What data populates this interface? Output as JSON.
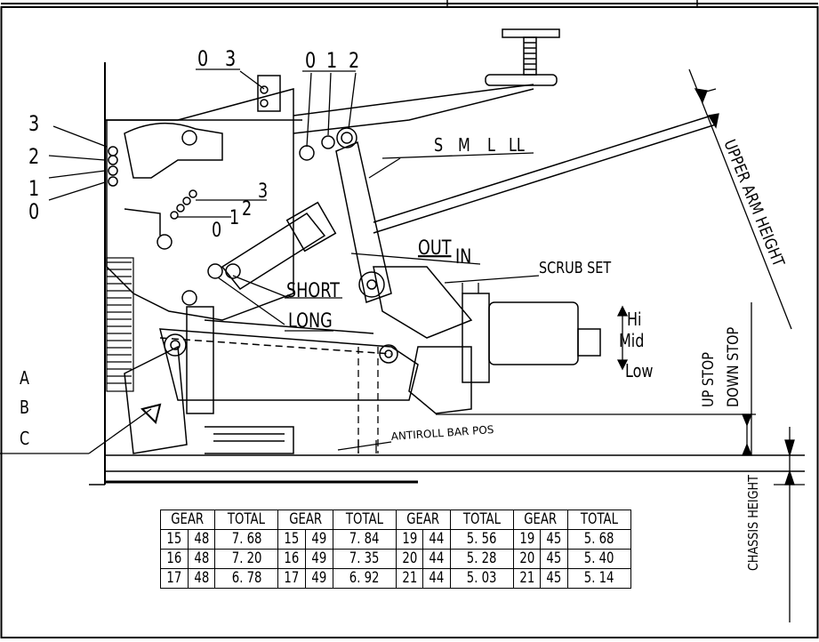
{
  "callouts": {
    "top_holes_left": [
      "0",
      "3"
    ],
    "top_holes_right": [
      "0",
      "1",
      "2"
    ],
    "side_holes": [
      "3",
      "2",
      "1",
      "0"
    ],
    "mid_holes": [
      "0",
      "1",
      "2",
      "3"
    ],
    "arm_length": [
      "S",
      "M",
      "L",
      "LL"
    ],
    "upper_arm_height": "UPPER ARM HEIGHT",
    "out": "OUT",
    "in": "IN",
    "scrub_set": "SCRUB SET",
    "short": "SHORT",
    "long": "LONG",
    "height_positions": [
      "Hi",
      "Mid",
      "Low"
    ],
    "abc": [
      "A",
      "B",
      "C"
    ],
    "up_stop": "UP STOP",
    "down_stop": "DOWN STOP",
    "antiroll_bar_pos": "ANTIROLL BAR POS",
    "chassis_height": "CHASSIS HEIGHT"
  },
  "gear_table": {
    "headers": [
      "GEAR",
      "TOTAL",
      "GEAR",
      "TOTAL",
      "GEAR",
      "TOTAL",
      "GEAR",
      "TOTAL"
    ],
    "rows": [
      [
        [
          "15",
          "48"
        ],
        "7. 68",
        [
          "15",
          "49"
        ],
        "7. 84",
        [
          "19",
          "44"
        ],
        "5. 56",
        [
          "19",
          "45"
        ],
        "5. 68"
      ],
      [
        [
          "16",
          "48"
        ],
        "7. 20",
        [
          "16",
          "49"
        ],
        "7. 35",
        [
          "20",
          "44"
        ],
        "5. 28",
        [
          "20",
          "45"
        ],
        "5. 40"
      ],
      [
        [
          "17",
          "48"
        ],
        "6. 78",
        [
          "17",
          "49"
        ],
        "6. 92",
        [
          "21",
          "44"
        ],
        "5. 03",
        [
          "21",
          "45"
        ],
        "5. 14"
      ]
    ]
  }
}
